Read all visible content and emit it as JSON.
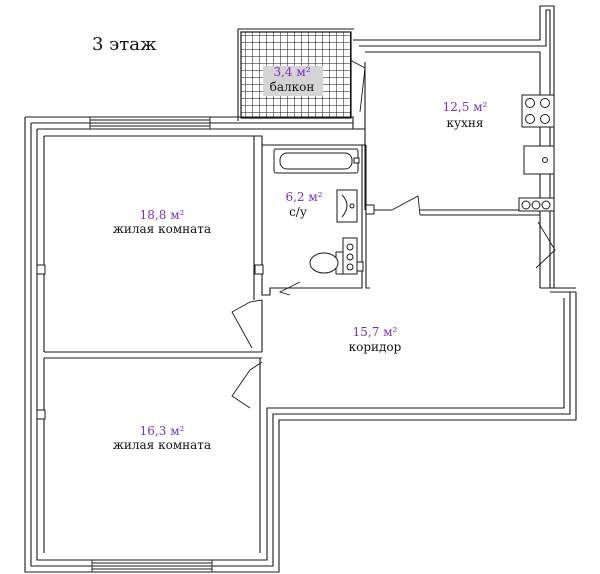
{
  "floor_label": "3 этаж",
  "colors": {
    "area": "#7b2fbf",
    "text": "#111111",
    "wall": "#1a1a1a",
    "balcony_label_bg": "#d4d4d4"
  },
  "rooms": {
    "balcony": {
      "area": "3,4 м²",
      "name": "балкон"
    },
    "kitchen": {
      "area": "12,5 м²",
      "name": "кухня"
    },
    "bathroom": {
      "area": "6,2 м²",
      "name": "с/у"
    },
    "living_room_1": {
      "area": "18,8 м²",
      "name": "жилая комната"
    },
    "corridor": {
      "area": "15,7 м²",
      "name": "коридор"
    },
    "living_room_2": {
      "area": "16,3 м²",
      "name": "жилая комната"
    }
  }
}
